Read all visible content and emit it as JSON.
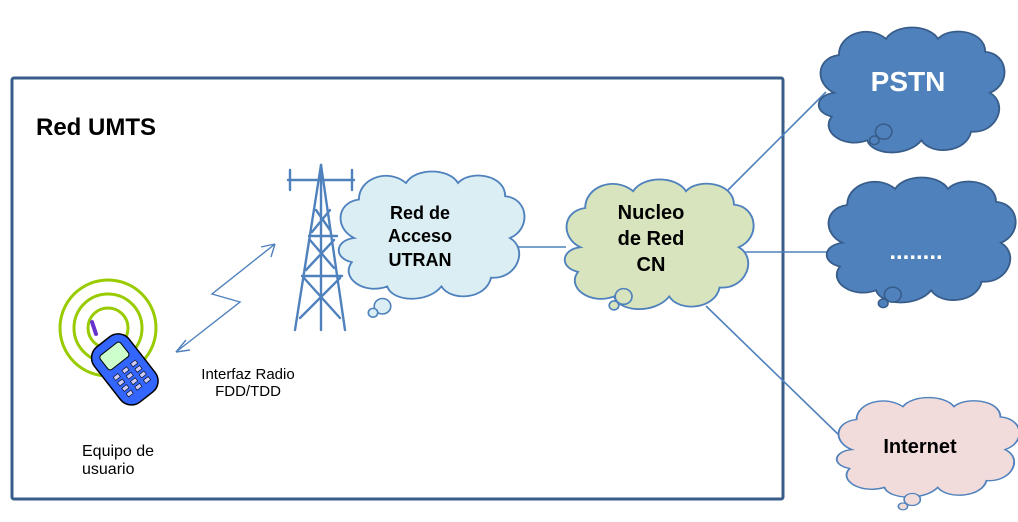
{
  "network": {
    "title": "Red UMTS",
    "user_equipment_label_line1": "Equipo de",
    "user_equipment_label_line2": "usuario",
    "radio_interface_line1": "Interfaz Radio",
    "radio_interface_line2": "FDD/TDD"
  },
  "clouds": {
    "utran": {
      "line1": "Red de",
      "line2": "Acceso",
      "line3": "UTRAN",
      "fill": "#DAEEF3"
    },
    "core": {
      "line1": "Nucleo",
      "line2": "de Red",
      "line3": "CN",
      "fill": "#D7E4BD"
    },
    "pstn": {
      "label": "PSTN",
      "fill": "#4F81BD"
    },
    "other": {
      "label": "........",
      "fill": "#4F81BD"
    },
    "internet": {
      "label": "Internet",
      "fill": "#F2DCDB"
    }
  },
  "colors": {
    "frame_border": "#385D8A",
    "link_line": "#4F81BD",
    "tower": "#4F81BD",
    "phone_body": "#3366FF",
    "phone_rings": "#99CC00"
  }
}
